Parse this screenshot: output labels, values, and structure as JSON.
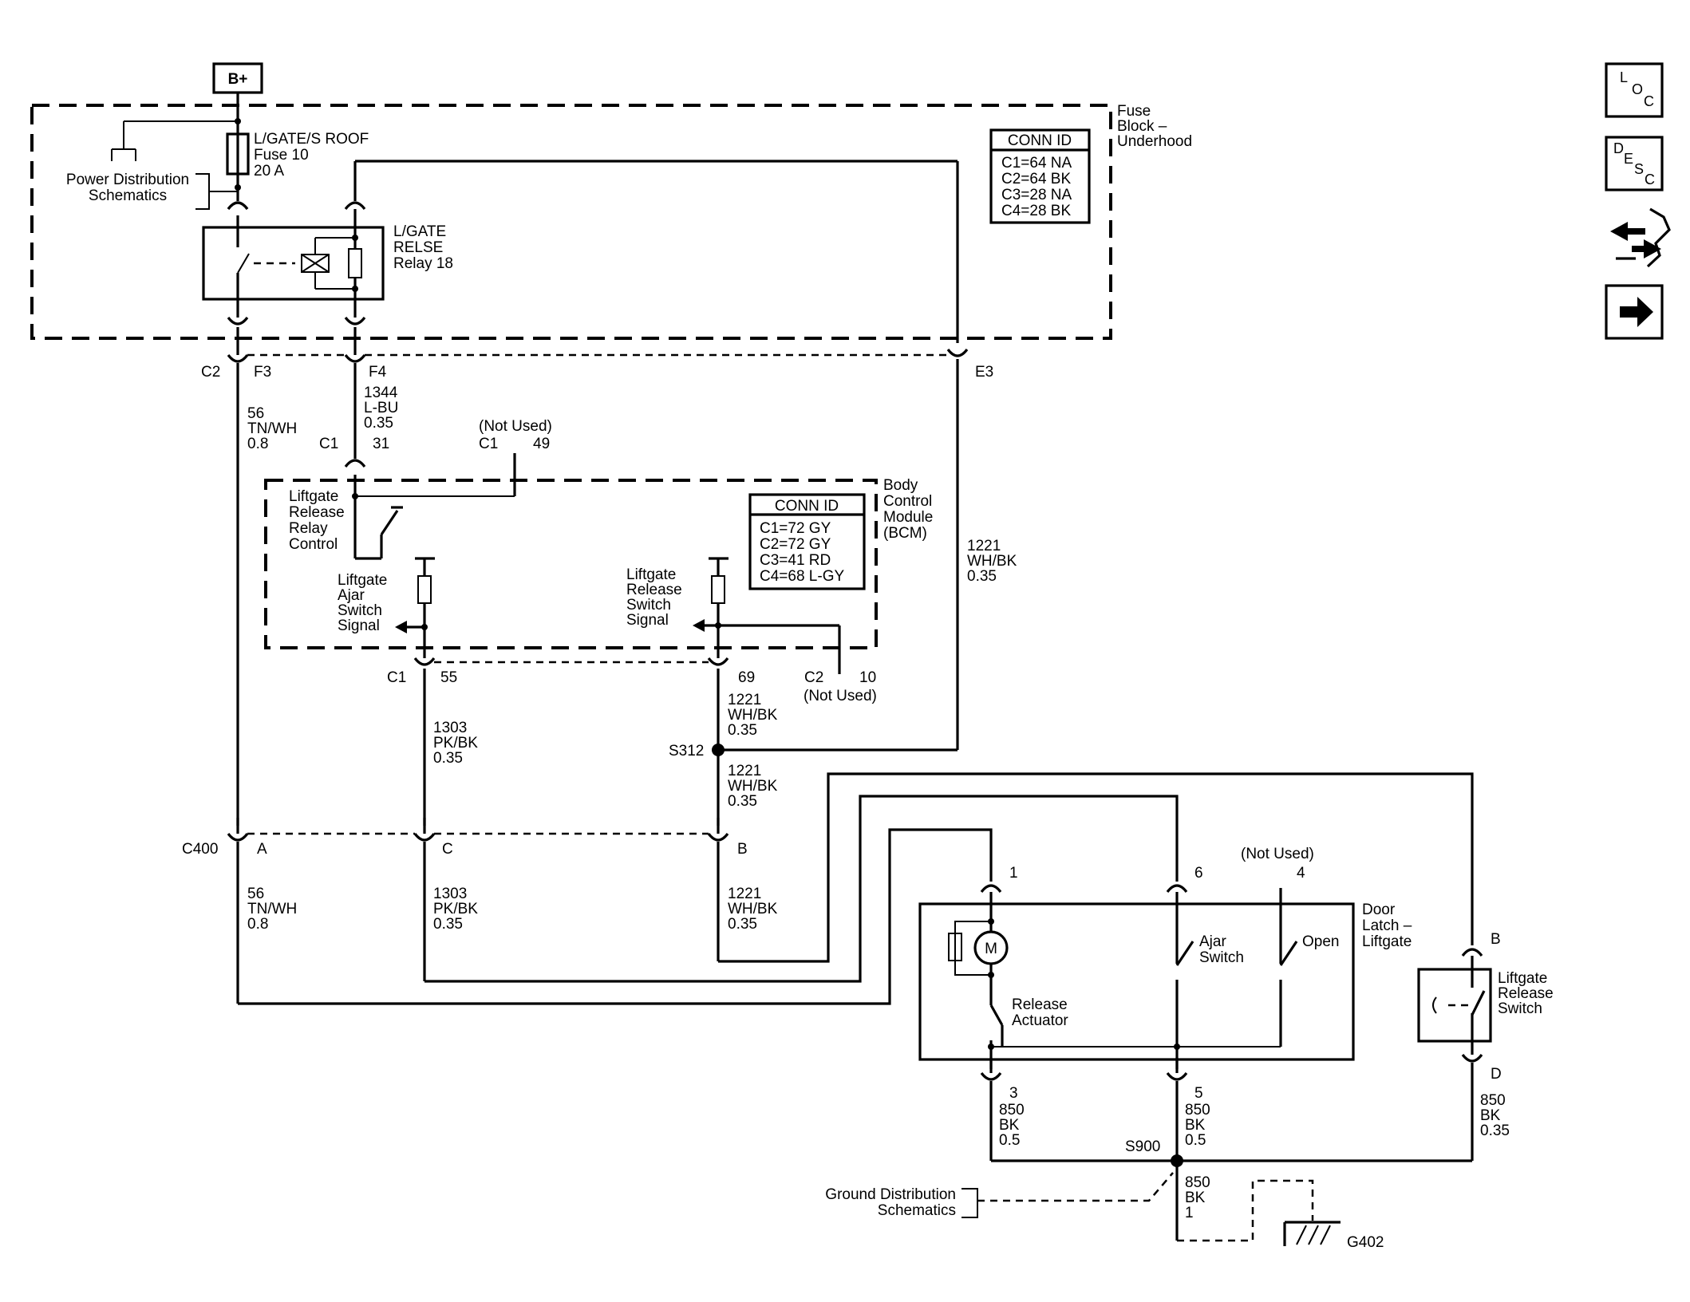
{
  "power": {
    "b_plus": "B+"
  },
  "fuse_block": {
    "label": [
      "Fuse",
      "Block –",
      "Underhood"
    ],
    "fuse": [
      "L/GATE/S ROOF",
      "Fuse 10",
      "20 A"
    ],
    "relay": [
      "L/GATE",
      "RELSE",
      "Relay 18"
    ],
    "power_dist": [
      "Power Distribution",
      "Schematics"
    ],
    "conn_id": {
      "title": "CONN ID",
      "rows": [
        "C1=64 NA",
        "C2=64 BK",
        "C3=28 NA",
        "C4=28 BK"
      ]
    }
  },
  "fb_pins": {
    "c2": "C2",
    "f3": "F3",
    "f4": "F4",
    "e3": "E3"
  },
  "wires": {
    "w56": [
      "56",
      "TN/WH",
      "0.8"
    ],
    "w1344": [
      "1344",
      "L-BU",
      "0.35"
    ],
    "w1221_right": [
      "1221",
      "WH/BK",
      "0.35"
    ],
    "w1221_a": [
      "1221",
      "WH/BK",
      "0.35"
    ],
    "w1221_b": [
      "1221",
      "WH/BK",
      "0.35"
    ],
    "w1221_c": [
      "1221",
      "WH/BK",
      "0.35"
    ],
    "w1303_a": [
      "1303",
      "PK/BK",
      "0.35"
    ],
    "w1303_b": [
      "1303",
      "PK/BK",
      "0.35"
    ],
    "w56_b": [
      "56",
      "TN/WH",
      "0.8"
    ],
    "w850_3": [
      "850",
      "BK",
      "0.5"
    ],
    "w850_5": [
      "850",
      "BK",
      "0.5"
    ],
    "w850_d": [
      "850",
      "BK",
      "0.35"
    ],
    "w850_g": [
      "850",
      "BK",
      "1"
    ]
  },
  "bcm": {
    "label": [
      "Body",
      "Control",
      "Module",
      "(BCM)"
    ],
    "pin_c1_31": {
      "conn": "C1",
      "pin": "31"
    },
    "pin_c1_49": {
      "note": "(Not Used)",
      "conn": "C1",
      "pin": "49"
    },
    "relay_control": [
      "Liftgate",
      "Release",
      "Relay",
      "Control"
    ],
    "ajar_signal": [
      "Liftgate",
      "Ajar",
      "Switch",
      "Signal"
    ],
    "release_signal": [
      "Liftgate",
      "Release",
      "Switch",
      "Signal"
    ],
    "conn_id": {
      "title": "CONN ID",
      "rows": [
        "C1=72 GY",
        "C2=72 GY",
        "C3=41 RD",
        "C4=68 L-GY"
      ]
    },
    "pin_c1_55": {
      "conn": "C1",
      "pin": "55"
    },
    "pin_69": "69",
    "pin_c2_10": {
      "conn": "C2",
      "pin": "10",
      "note": "(Not Used)"
    }
  },
  "splices": {
    "s312": "S312",
    "s900": "S900"
  },
  "c400": {
    "name": "C400",
    "a": "A",
    "c": "C",
    "b": "B"
  },
  "door_latch": {
    "label": [
      "Door",
      "Latch –",
      "Liftgate"
    ],
    "pins": {
      "p1": "1",
      "p6": "6",
      "p4": "4",
      "p3": "3",
      "p5": "5",
      "not_used": "(Not Used)"
    },
    "motor": "M",
    "release_actuator": [
      "Release",
      "Actuator"
    ],
    "ajar_switch": [
      "Ajar",
      "Switch"
    ],
    "open": "Open"
  },
  "release_switch": {
    "label": [
      "Liftgate",
      "Release",
      "Switch"
    ],
    "pin_b": "B",
    "pin_d": "D"
  },
  "ground": {
    "dist": [
      "Ground Distribution",
      "Schematics"
    ],
    "g402": "G402"
  },
  "nav": {
    "loc": [
      "L",
      "O",
      "C"
    ],
    "desc": [
      "D",
      "E",
      "S",
      "C"
    ]
  }
}
